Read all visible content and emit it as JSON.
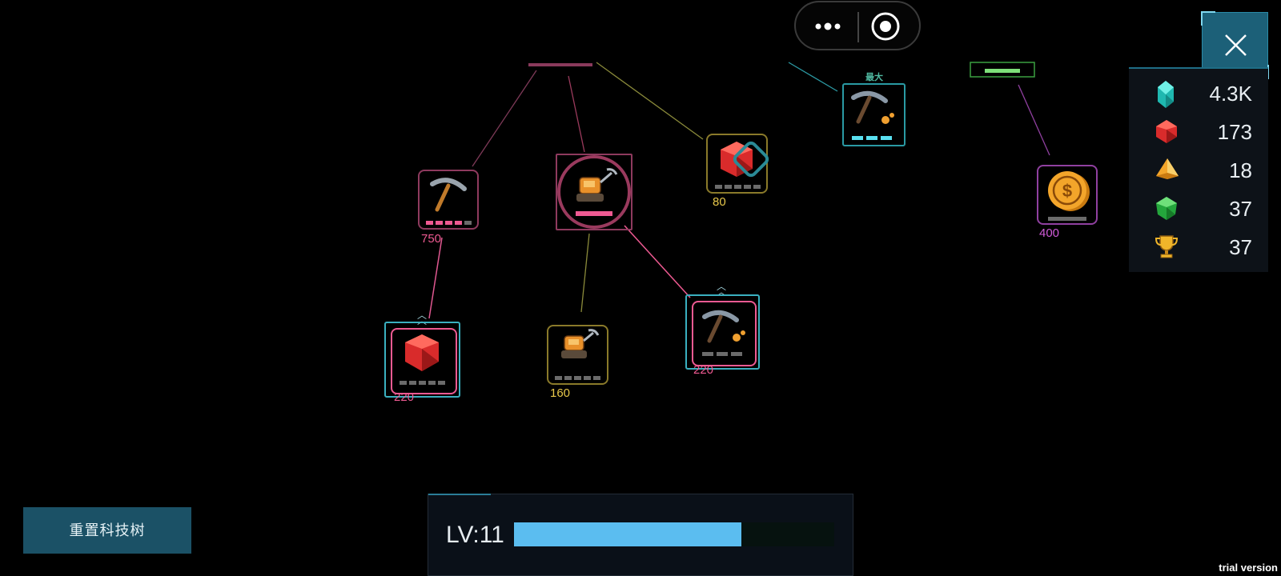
{
  "top_bar": {
    "more_icon": "dots-icon",
    "target_icon": "target-icon"
  },
  "close_icon": "close-icon",
  "resources": [
    {
      "icon": "cyan-crystal-icon",
      "color": "#2fd1c8",
      "value": "4.3K"
    },
    {
      "icon": "red-gem-icon",
      "color": "#e03232",
      "value": "173"
    },
    {
      "icon": "orange-triangle-gem-icon",
      "color": "#f3a52a",
      "value": "18"
    },
    {
      "icon": "green-gem-icon",
      "color": "#2fb54a",
      "value": "37"
    },
    {
      "icon": "trophy-icon",
      "color": "#f0b52a",
      "value": "37"
    }
  ],
  "tech_tree": {
    "max_badge": "最大",
    "nodes": [
      {
        "id": "pickaxe-750",
        "icon": "pickaxe-icon",
        "cost": "750",
        "pips_filled": 4,
        "pips_total": 5
      },
      {
        "id": "robot-root",
        "icon": "mining-robot-icon"
      },
      {
        "id": "gem-80",
        "icon": "red-gem-icon",
        "cost": "80",
        "pips_filled": 0,
        "pips_total": 5
      },
      {
        "id": "pickaxe-max",
        "icon": "pickaxe-ore-icon",
        "pips_filled": 3,
        "pips_total": 3
      },
      {
        "id": "coin-400",
        "icon": "coin-icon",
        "cost": "400"
      },
      {
        "id": "gem-220",
        "icon": "red-gem-icon",
        "cost": "220",
        "pips_filled": 0,
        "pips_total": 5
      },
      {
        "id": "robot-160",
        "icon": "mining-robot-icon",
        "cost": "160",
        "pips_filled": 0,
        "pips_total": 5
      },
      {
        "id": "pickaxe-220",
        "icon": "pickaxe-ore-icon",
        "cost": "220",
        "pips_filled": 0,
        "pips_total": 3
      }
    ]
  },
  "reset_button": {
    "label": "重置科技树"
  },
  "level": {
    "label": "LV:11",
    "progress": 0.71
  },
  "watermark": "trial version"
}
